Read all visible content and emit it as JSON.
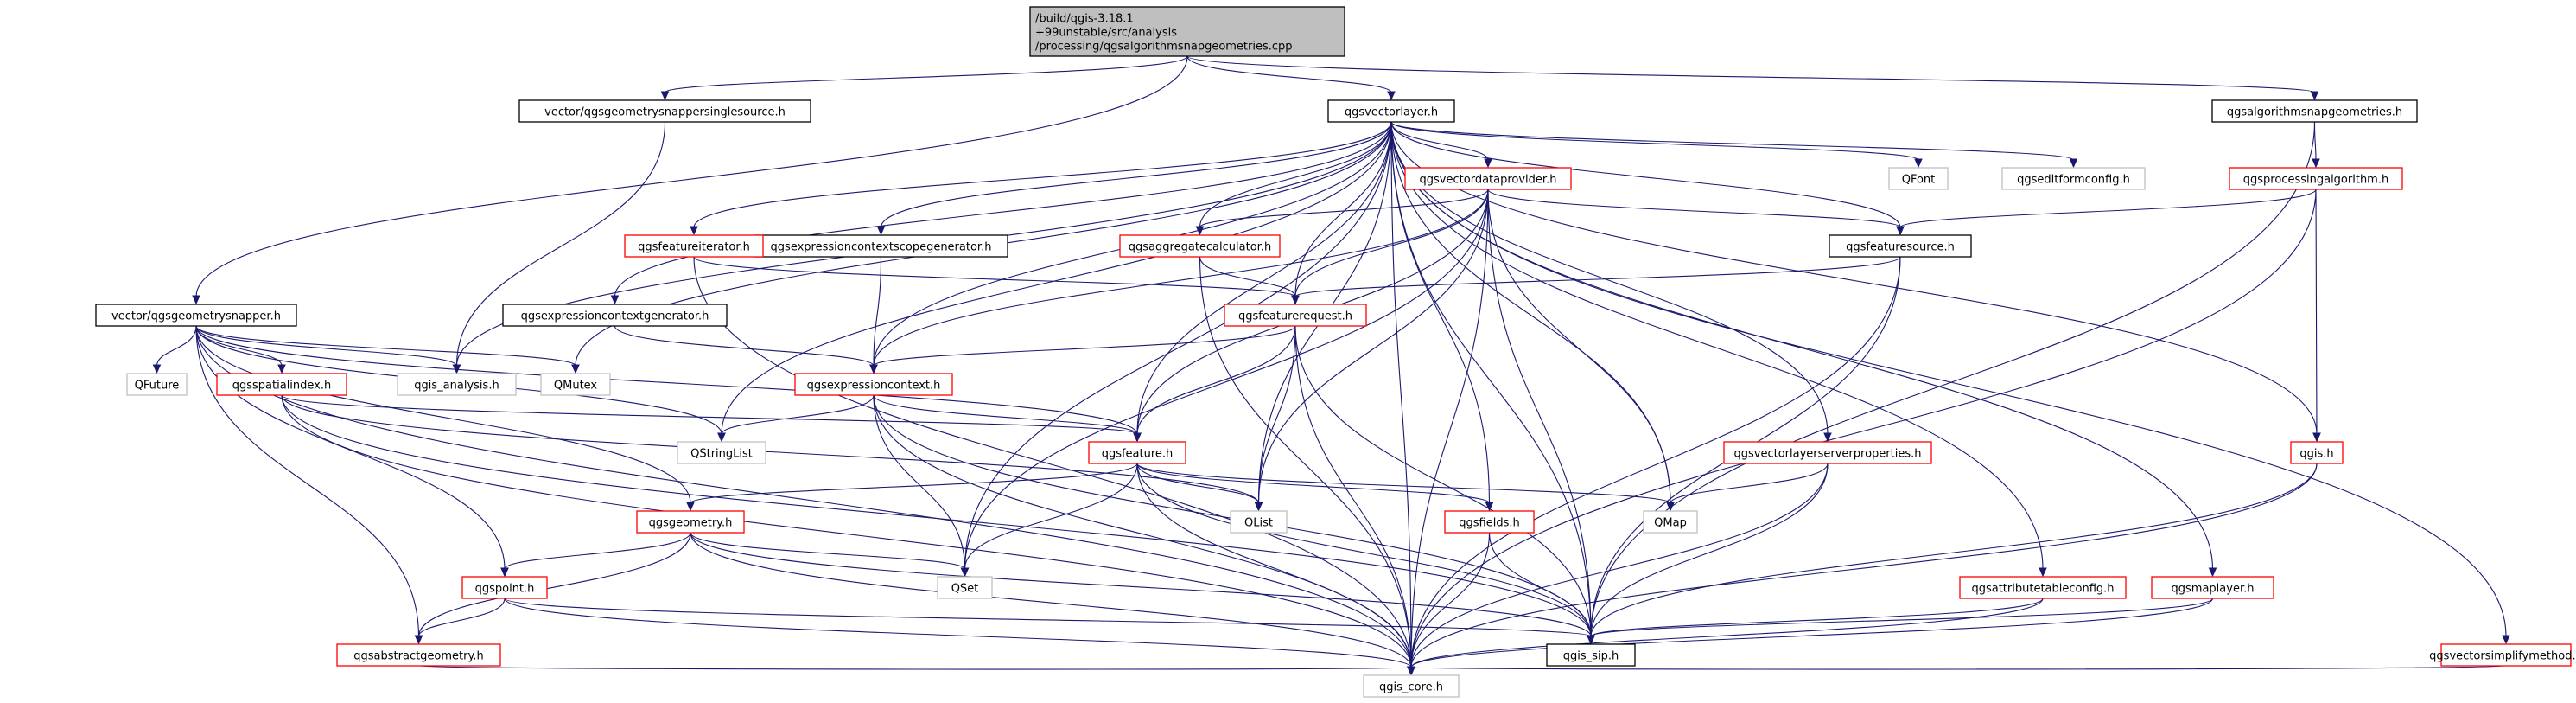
{
  "colors": {
    "edge": "#191970",
    "root_fill": "#bfbfbf",
    "root_border": "#000000",
    "documented_border": "#000000",
    "red_border": "#ff0000",
    "external_border": "#bfbfbf",
    "node_fill": "#ffffff"
  },
  "nodes": [
    {
      "id": "root",
      "lines": [
        "/build/qgis-3.18.1",
        "+99unstable/src/analysis",
        "/processing/qgsalgorithmsnapgeometries.cpp"
      ],
      "style": "root"
    },
    {
      "id": "sse",
      "lines": [
        "vector/qgsgeometrysnappersinglesource.h"
      ],
      "style": "black"
    },
    {
      "id": "vl",
      "lines": [
        "qgsvectorlayer.h"
      ],
      "style": "black"
    },
    {
      "id": "asg",
      "lines": [
        "qgsalgorithmsnapgeometries.h"
      ],
      "style": "black"
    },
    {
      "id": "snap",
      "lines": [
        "vector/qgsgeometrysnapper.h"
      ],
      "style": "black"
    },
    {
      "id": "ecsg",
      "lines": [
        "qgsexpressioncontextscopegenerator.h"
      ],
      "style": "black"
    },
    {
      "id": "ecg",
      "lines": [
        "qgsexpressioncontextgenerator.h"
      ],
      "style": "black"
    },
    {
      "id": "fs",
      "lines": [
        "qgsfeaturesource.h"
      ],
      "style": "black"
    },
    {
      "id": "vdp",
      "lines": [
        "qgsvectordataprovider.h"
      ],
      "style": "red"
    },
    {
      "id": "qfont",
      "lines": [
        "QFont"
      ],
      "style": "gray"
    },
    {
      "id": "efc",
      "lines": [
        "qgseditformconfig.h"
      ],
      "style": "gray"
    },
    {
      "id": "pa",
      "lines": [
        "qgsprocessingalgorithm.h"
      ],
      "style": "red"
    },
    {
      "id": "fi",
      "lines": [
        "qgsfeatureiterator.h"
      ],
      "style": "red"
    },
    {
      "id": "ac",
      "lines": [
        "qgsaggregatecalculator.h"
      ],
      "style": "red"
    },
    {
      "id": "fr",
      "lines": [
        "qgsfeaturerequest.h"
      ],
      "style": "red"
    },
    {
      "id": "ec",
      "lines": [
        "qgsexpressioncontext.h"
      ],
      "style": "red"
    },
    {
      "id": "qfuture",
      "lines": [
        "QFuture"
      ],
      "style": "gray"
    },
    {
      "id": "si",
      "lines": [
        "qgsspatialindex.h"
      ],
      "style": "red"
    },
    {
      "id": "qa",
      "lines": [
        "qgis_analysis.h"
      ],
      "style": "gray"
    },
    {
      "id": "qmutex",
      "lines": [
        "QMutex"
      ],
      "style": "gray"
    },
    {
      "id": "qsl",
      "lines": [
        "QStringList"
      ],
      "style": "gray"
    },
    {
      "id": "feat",
      "lines": [
        "qgsfeature.h"
      ],
      "style": "red"
    },
    {
      "id": "vlsp",
      "lines": [
        "qgsvectorlayerserverproperties.h"
      ],
      "style": "red"
    },
    {
      "id": "qgish",
      "lines": [
        "qgis.h"
      ],
      "style": "red"
    },
    {
      "id": "geom",
      "lines": [
        "qgsgeometry.h"
      ],
      "style": "red"
    },
    {
      "id": "qlist",
      "lines": [
        "QList"
      ],
      "style": "gray"
    },
    {
      "id": "fields",
      "lines": [
        "qgsfields.h"
      ],
      "style": "red"
    },
    {
      "id": "qmap",
      "lines": [
        "QMap"
      ],
      "style": "gray"
    },
    {
      "id": "qset",
      "lines": [
        "QSet"
      ],
      "style": "gray"
    },
    {
      "id": "point",
      "lines": [
        "qgspoint.h"
      ],
      "style": "red"
    },
    {
      "id": "atc",
      "lines": [
        "qgsattributetableconfig.h"
      ],
      "style": "red"
    },
    {
      "id": "ml",
      "lines": [
        "qgsmaplayer.h"
      ],
      "style": "red"
    },
    {
      "id": "sip",
      "lines": [
        "qgis_sip.h"
      ],
      "style": "black"
    },
    {
      "id": "ag",
      "lines": [
        "qgsabstractgeometry.h"
      ],
      "style": "red"
    },
    {
      "id": "vsm",
      "lines": [
        "qgsvectorsimplifymethod.h"
      ],
      "style": "red"
    },
    {
      "id": "core",
      "lines": [
        "qgis_core.h"
      ],
      "style": "gray"
    }
  ],
  "edges": [
    [
      "root",
      "sse"
    ],
    [
      "root",
      "vl"
    ],
    [
      "root",
      "asg"
    ],
    [
      "root",
      "snap"
    ],
    [
      "sse",
      "qa"
    ],
    [
      "asg",
      "pa"
    ],
    [
      "asg",
      "sip"
    ],
    [
      "vl",
      "ecsg"
    ],
    [
      "vl",
      "ecg"
    ],
    [
      "vl",
      "fi"
    ],
    [
      "vl",
      "vdp"
    ],
    [
      "vl",
      "ac"
    ],
    [
      "vl",
      "fr"
    ],
    [
      "vl",
      "ec"
    ],
    [
      "vl",
      "fs"
    ],
    [
      "vl",
      "qfont"
    ],
    [
      "vl",
      "efc"
    ],
    [
      "vl",
      "qgish"
    ],
    [
      "vl",
      "ml"
    ],
    [
      "vl",
      "vsm"
    ],
    [
      "vl",
      "atc"
    ],
    [
      "vl",
      "vlsp"
    ],
    [
      "vl",
      "fields"
    ],
    [
      "vl",
      "qmap"
    ],
    [
      "vl",
      "qlist"
    ],
    [
      "vl",
      "feat"
    ],
    [
      "vl",
      "qsl"
    ],
    [
      "vl",
      "qmutex"
    ],
    [
      "vl",
      "qa"
    ],
    [
      "vl",
      "qset"
    ],
    [
      "vl",
      "sip"
    ],
    [
      "vl",
      "core"
    ],
    [
      "snap",
      "qfuture"
    ],
    [
      "snap",
      "si"
    ],
    [
      "snap",
      "qa"
    ],
    [
      "snap",
      "qmutex"
    ],
    [
      "snap",
      "feat"
    ],
    [
      "snap",
      "geom"
    ],
    [
      "snap",
      "point"
    ],
    [
      "snap",
      "ag"
    ],
    [
      "snap",
      "qsl"
    ],
    [
      "snap",
      "core"
    ],
    [
      "pa",
      "fs"
    ],
    [
      "pa",
      "qgish"
    ],
    [
      "pa",
      "core"
    ],
    [
      "fs",
      "fr"
    ],
    [
      "fs",
      "sip"
    ],
    [
      "fs",
      "core"
    ],
    [
      "vdp",
      "ac"
    ],
    [
      "vdp",
      "fr"
    ],
    [
      "vdp",
      "fs"
    ],
    [
      "vdp",
      "feat"
    ],
    [
      "vdp",
      "qlist"
    ],
    [
      "vdp",
      "qmap"
    ],
    [
      "vdp",
      "qset"
    ],
    [
      "vdp",
      "sip"
    ],
    [
      "vdp",
      "core"
    ],
    [
      "vdp",
      "ec"
    ],
    [
      "fi",
      "fr"
    ],
    [
      "fi",
      "core"
    ],
    [
      "ac",
      "fr"
    ],
    [
      "ac",
      "core"
    ],
    [
      "ecsg",
      "ec"
    ],
    [
      "ecg",
      "ec"
    ],
    [
      "fr",
      "ec"
    ],
    [
      "fr",
      "feat"
    ],
    [
      "fr",
      "qlist"
    ],
    [
      "fr",
      "sip"
    ],
    [
      "fr",
      "core"
    ],
    [
      "ec",
      "qsl"
    ],
    [
      "ec",
      "feat"
    ],
    [
      "ec",
      "qset"
    ],
    [
      "ec",
      "sip"
    ],
    [
      "ec",
      "core"
    ],
    [
      "si",
      "feat"
    ],
    [
      "si",
      "qlist"
    ],
    [
      "si",
      "core"
    ],
    [
      "si",
      "sip"
    ],
    [
      "feat",
      "geom"
    ],
    [
      "feat",
      "fields"
    ],
    [
      "feat",
      "qlist"
    ],
    [
      "feat",
      "qmap"
    ],
    [
      "feat",
      "qset"
    ],
    [
      "feat",
      "sip"
    ],
    [
      "feat",
      "core"
    ],
    [
      "vlsp",
      "qmap"
    ],
    [
      "vlsp",
      "sip"
    ],
    [
      "vlsp",
      "core"
    ],
    [
      "qgish",
      "sip"
    ],
    [
      "qgish",
      "core"
    ],
    [
      "geom",
      "point"
    ],
    [
      "geom",
      "ag"
    ],
    [
      "geom",
      "qset"
    ],
    [
      "geom",
      "sip"
    ],
    [
      "geom",
      "core"
    ],
    [
      "fields",
      "sip"
    ],
    [
      "fields",
      "core"
    ],
    [
      "point",
      "ag"
    ],
    [
      "point",
      "sip"
    ],
    [
      "point",
      "core"
    ],
    [
      "atc",
      "sip"
    ],
    [
      "atc",
      "core"
    ],
    [
      "ml",
      "sip"
    ],
    [
      "ml",
      "core"
    ],
    [
      "ag",
      "core"
    ],
    [
      "vsm",
      "core"
    ]
  ]
}
